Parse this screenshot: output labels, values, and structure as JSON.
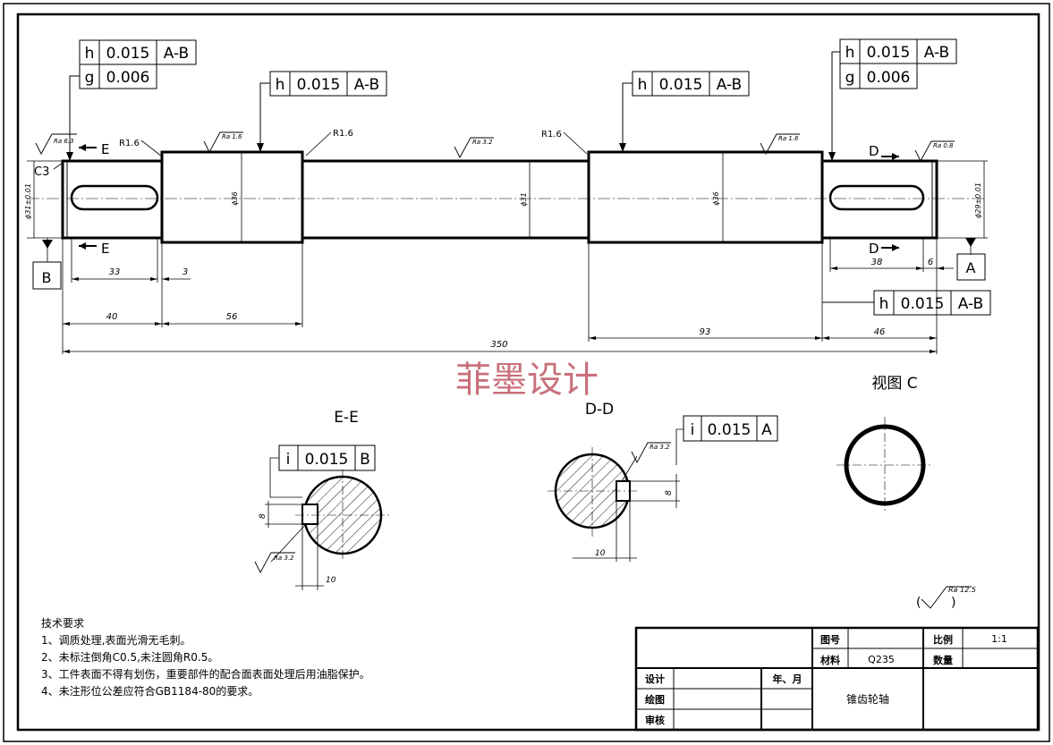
{
  "watermark": "菲墨设计",
  "tolerance_frames": {
    "left_top_h": [
      "h",
      "0.015",
      "A-B"
    ],
    "left_top_g": [
      "g",
      "0.006"
    ],
    "left_mid_h": [
      "h",
      "0.015",
      "A-B"
    ],
    "right_mid_h": [
      "h",
      "0.015",
      "A-B"
    ],
    "right_top_h": [
      "h",
      "0.015",
      "A-B"
    ],
    "right_top_g": [
      "g",
      "0.006"
    ],
    "right_low_h": [
      "h",
      "0.015",
      "A-B"
    ],
    "ee_i": [
      "i",
      "0.015",
      "B"
    ],
    "dd_i": [
      "i",
      "0.015",
      "A"
    ]
  },
  "roughness": {
    "r63": "Ra 6.3",
    "r16a": "Ra 1.6",
    "r32a": "Ra 3.2",
    "r16b": "Ra 1.6",
    "r08": "Ra 0.8",
    "r32b": "Ra 3.2",
    "r32c": "Ra 3.2",
    "r125": "Ra 12.5"
  },
  "labels": {
    "c3": "C3",
    "r16_1": "R1.6",
    "r16_2": "R1.6",
    "r16_3": "R1.6",
    "e_top": "E",
    "e_bottom": "E",
    "d_top": "D",
    "d_bottom": "D",
    "datum_b": "B",
    "datum_a": "A",
    "section_ee": "E-E",
    "section_dd": "D-D",
    "view_c": "视图 C"
  },
  "diameters": {
    "d1": "ϕ31±0.01",
    "d2": "ϕ36",
    "d3": "ϕ31",
    "d4": "ϕ36",
    "d5": "ϕ29±0.01"
  },
  "dimensions": {
    "d33": "33",
    "d3": "3",
    "d40": "40",
    "d56": "56",
    "d350": "350",
    "d93": "93",
    "d46": "46",
    "d38": "38",
    "d6": "6",
    "ee_w": "10",
    "dd_w": "10",
    "ee_h": "8",
    "dd_h": "8"
  },
  "tech_requirements": {
    "title": "技术要求",
    "items": [
      "1、调质处理,表面光滑无毛刺。",
      "2、未标注倒角C0.5,未注圆角R0.5。",
      "3、工件表面不得有划伤，重要部件的配合面表面处理后用油脂保护。",
      "4、未注形位公差应符合GB1184-80的要求。"
    ]
  },
  "title_block": {
    "drawing_no_label": "图号",
    "drawing_no_value": "",
    "scale_label": "比例",
    "scale_value": "1:1",
    "material_label": "材料",
    "material_value": "Q235",
    "quantity_label": "数量",
    "quantity_value": "",
    "designer_label": "设计",
    "drafter_label": "绘图",
    "checker_label": "审核",
    "date_label": "年、月",
    "part_name": "锥齿轮轴"
  }
}
